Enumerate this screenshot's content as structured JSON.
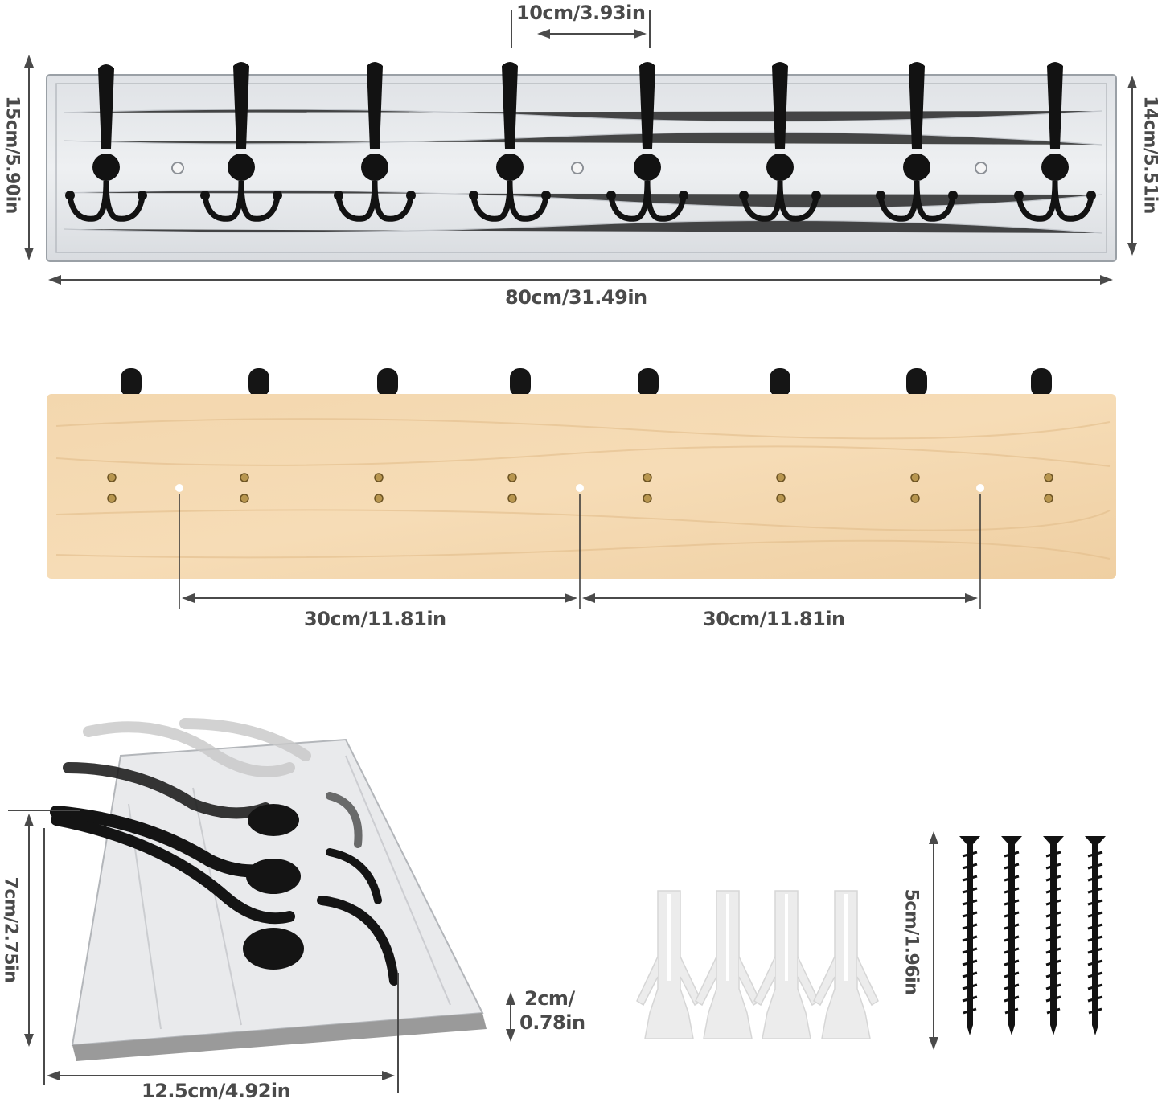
{
  "labels": {
    "hook_spacing": "10cm/3.93in",
    "front_height": "15cm/5.90in",
    "side_height": "14cm/5.51in",
    "total_length": "80cm/31.49in",
    "hole_spacing_left": "30cm/11.81in",
    "hole_spacing_right": "30cm/11.81in",
    "hook_depth": "7cm/2.75in",
    "board_thickness_line1": "2cm/",
    "board_thickness_line2": "0.78in",
    "board_width": "12.5cm/4.92in",
    "screw_length": "5cm/1.96in"
  },
  "views": {
    "front": {
      "board_color": "#e4e6e9",
      "hook_color": "#111111",
      "hook_count": 8,
      "mount_holes": 3
    },
    "back": {
      "board_color": "#f2d3a8",
      "hook_count": 8,
      "mount_holes": 3,
      "screw_pairs": 8
    },
    "side": {
      "board_color": "#e8e8e8",
      "hook_count": 4
    },
    "hardware": {
      "anchors": 4,
      "anchor_color": "#ececec",
      "screws": 4,
      "screw_color": "#111111"
    }
  },
  "colors": {
    "dimension": "#4a4a4a",
    "background": "#ffffff"
  }
}
